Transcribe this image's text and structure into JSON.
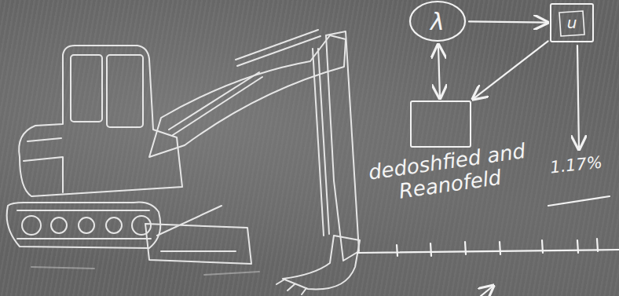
{
  "diagram": {
    "nodes": [
      {
        "text": [
          "λ"
        ]
      },
      {
        "text": [
          "u"
        ]
      },
      {
        "text": [
          "dedoshfied and Reanofeld"
        ]
      }
    ],
    "edges": [
      {
        "from": 0,
        "to": 1,
        "arrow": "to"
      },
      {
        "from": 0,
        "to": 2,
        "arrow": "both"
      },
      {
        "from": 1,
        "to": 2,
        "arrow": "to"
      }
    ],
    "labels": [
      "1.17%"
    ]
  }
}
